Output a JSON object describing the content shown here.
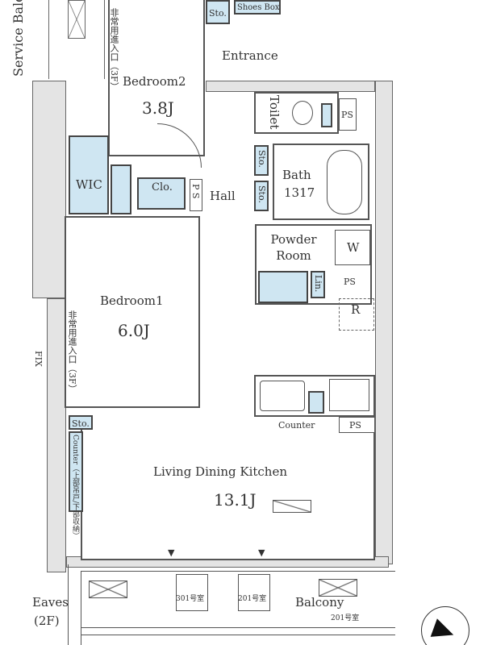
{
  "rooms": {
    "bedroom2": {
      "name": "Bedroom2",
      "size": "3.8J"
    },
    "bedroom1": {
      "name": "Bedroom1",
      "size": "6.0J"
    },
    "ldk": {
      "name": "Living Dining Kitchen",
      "size": "13.1J"
    },
    "bath": {
      "name": "Bath",
      "size": "1317"
    },
    "powder": {
      "name": "Powder Room"
    },
    "toilet": "Toilet",
    "hall": "Hall",
    "entrance": "Entrance",
    "wic": "WIC",
    "closet": "Clo.",
    "balcony": "Balcony",
    "service_balcony": "Service Balcony",
    "eaves": "Eaves",
    "eaves_floor": "(2F)"
  },
  "labels": {
    "sto": "Sto.",
    "shoes_box": "Shoes Box",
    "ps": "PS",
    "ps_vertical": "P S",
    "washer": "W",
    "linen": "Lin.",
    "refrigerator": "R",
    "fix": "FIX",
    "counter": "Counter",
    "counter_note": "Counter（上部吊戸/下部収納）",
    "emergency_entry": "非常用進入口（3F）",
    "unit_301": "301号室",
    "unit_201": "201号室"
  },
  "colors": {
    "storage_fill": "#cfe6f2",
    "wall_fill": "#e4e4e4"
  }
}
